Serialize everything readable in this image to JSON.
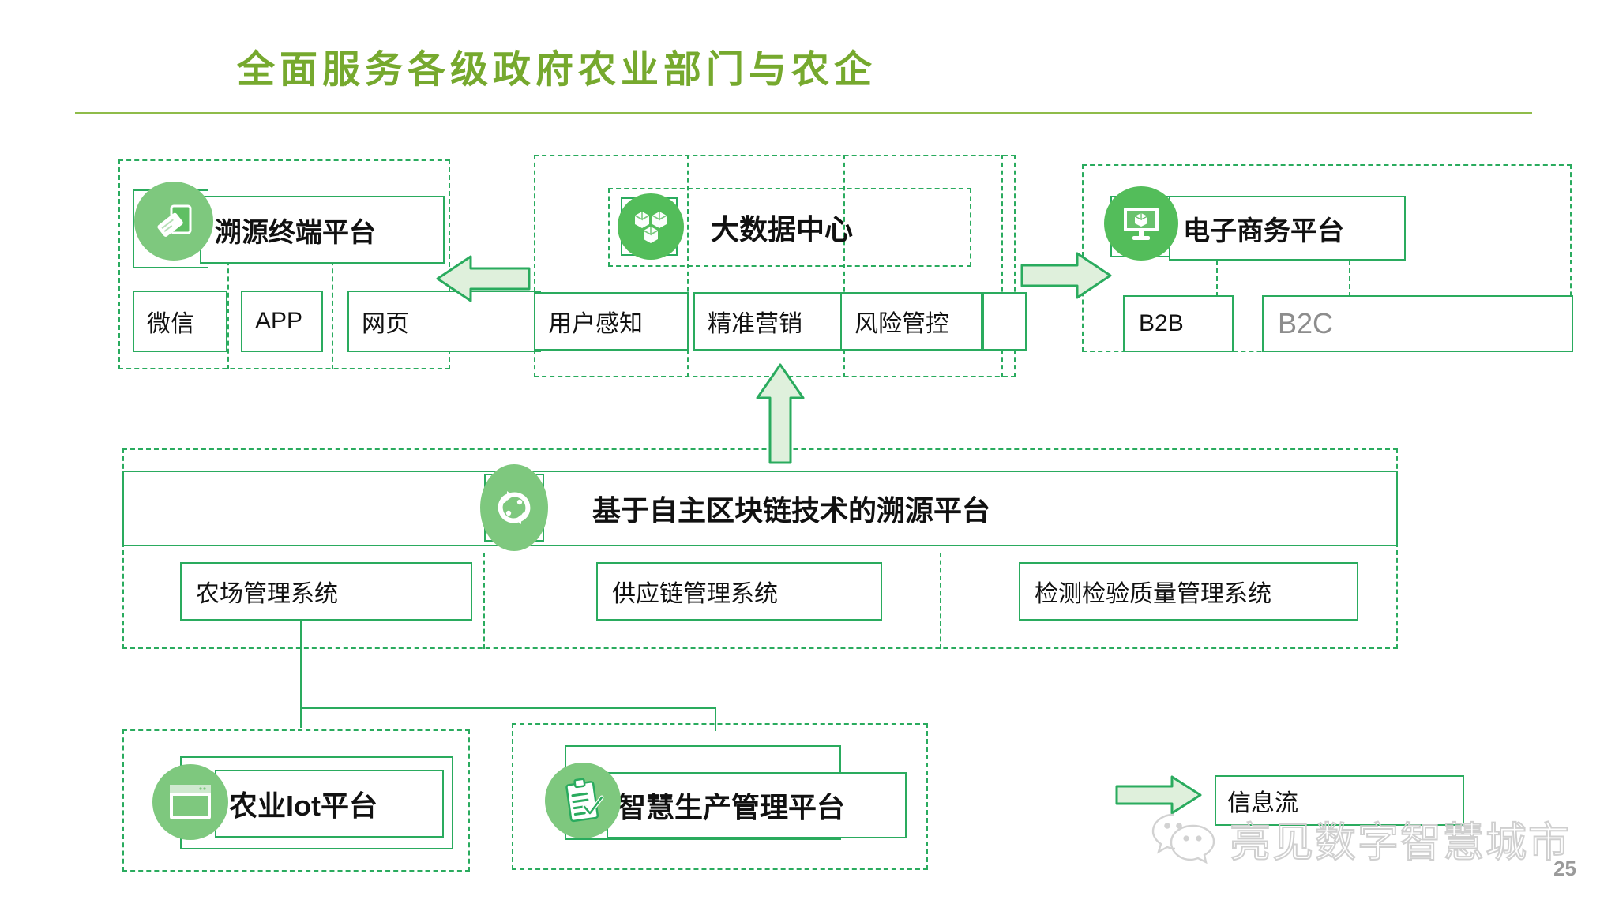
{
  "slide": {
    "title": "全面服务各级政府农业部门与农企",
    "title_color": "#76a92e",
    "accent_color": "#2aab5e",
    "arrow_fill": "#dff0dc",
    "page_number": "25"
  },
  "trace_terminal": {
    "header": "溯源终端平台",
    "icon": "mobile-tag-icon",
    "items": [
      {
        "label": "微信"
      },
      {
        "label": "APP"
      },
      {
        "label": "网页"
      }
    ]
  },
  "big_data_center": {
    "header": "大数据中心",
    "icon": "data-cube-icon",
    "items": [
      {
        "label": "用户感知"
      },
      {
        "label": "精准营销"
      },
      {
        "label": "风险管控"
      }
    ]
  },
  "ecommerce": {
    "header": "电子商务平台",
    "icon": "monitor-cube-icon",
    "items": [
      {
        "label": "B2B",
        "color": "#111111"
      },
      {
        "label": "B2C",
        "color": "#8d8d8d"
      }
    ]
  },
  "blockchain_platform": {
    "header": "基于自主区块链技术的溯源平台",
    "icon": "blockchain-link-icon",
    "items": [
      {
        "label": "农场管理系统"
      },
      {
        "label": "供应链管理系统"
      },
      {
        "label": "检测检验质量管理系统"
      }
    ]
  },
  "bottom_platforms": [
    {
      "label": "农业Iot平台",
      "icon": "window-screen-icon"
    },
    {
      "label": "智慧生产管理平台",
      "icon": "clipboard-check-icon"
    }
  ],
  "legend": {
    "label": "信息流",
    "icon": "right-arrow-icon"
  },
  "watermark": {
    "text": "亮见数字智慧城市",
    "icon": "wechat-icon"
  }
}
